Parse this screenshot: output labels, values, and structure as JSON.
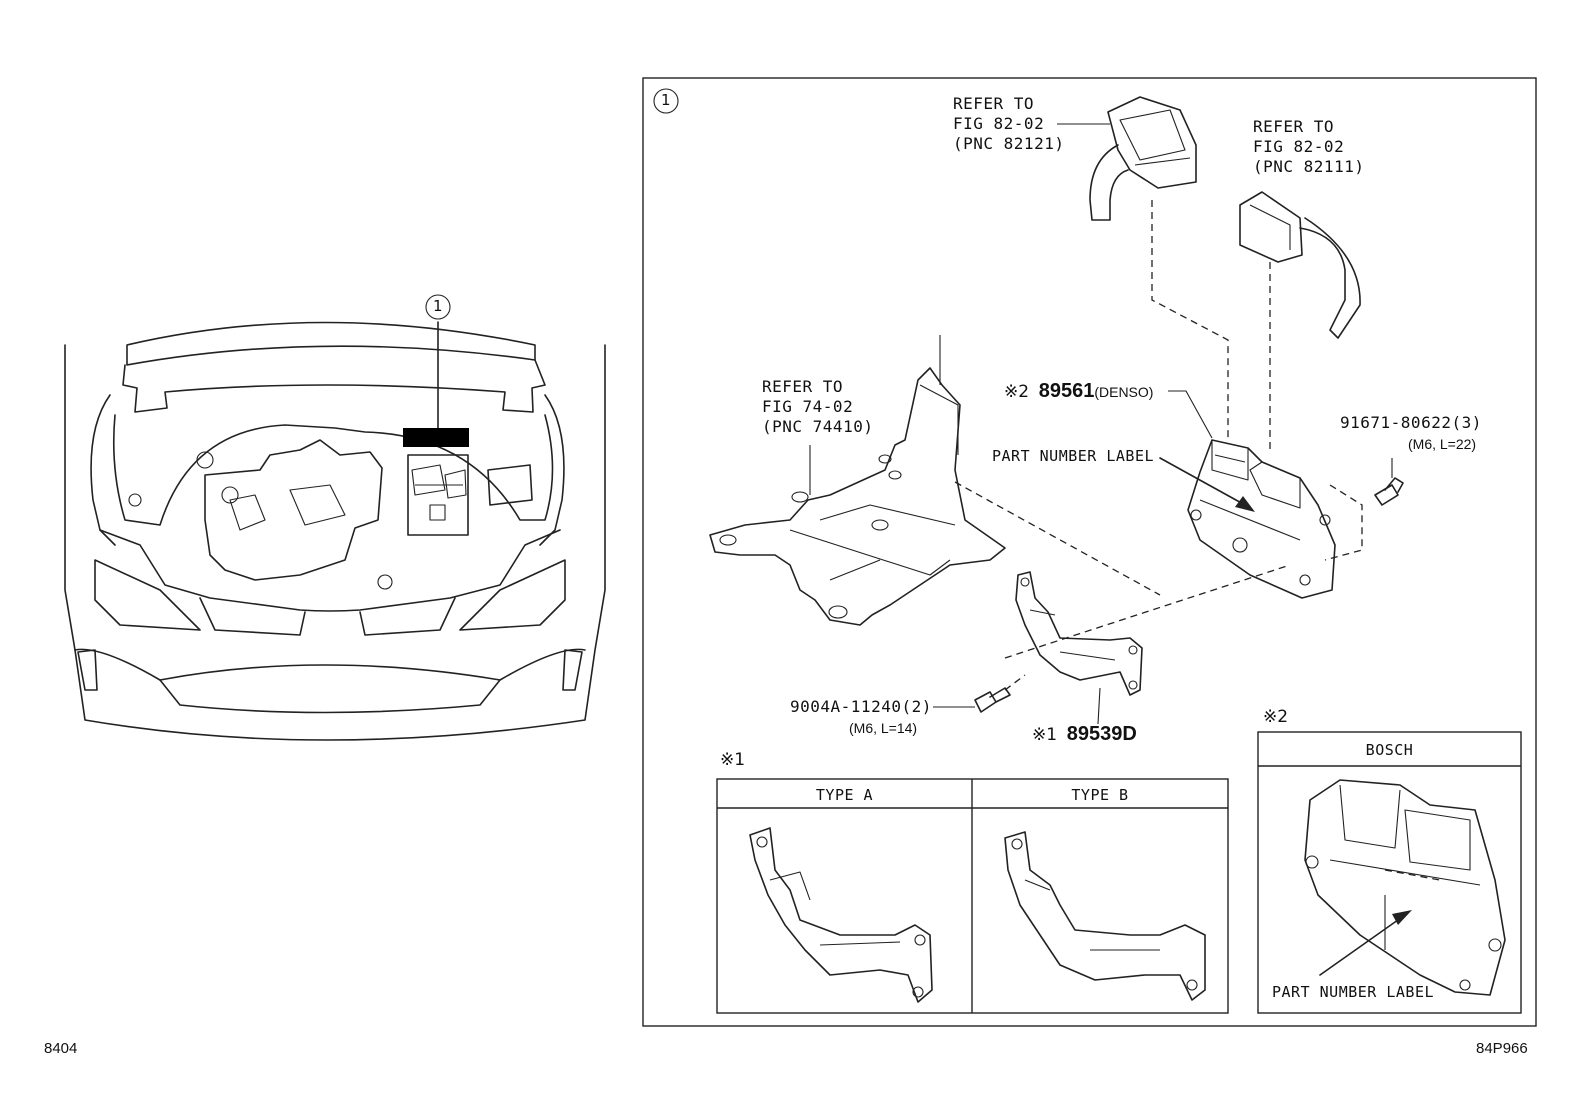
{
  "callout_number": "1",
  "refer_left": {
    "line1": "REFER TO",
    "line2": "FIG 74-02",
    "line3": "(PNC 74410)"
  },
  "refer_top_left": {
    "line1": "REFER TO",
    "line2": "FIG 82-02",
    "line3": "(PNC 82121)"
  },
  "refer_top_right": {
    "line1": "REFER TO",
    "line2": "FIG 82-02",
    "line3": "(PNC 82111)"
  },
  "part_ecu": {
    "note": "※2",
    "number": "89561",
    "maker": "(DENSO)"
  },
  "part_number_label": "PART NUMBER LABEL",
  "bolt_right": {
    "number": "91671-80622(3)",
    "spec": "(M6, L=22)"
  },
  "bolt_left": {
    "number": "9004A-11240(2)",
    "spec": "(M6, L=14)"
  },
  "part_bracket": {
    "note": "※1",
    "number": "89539D"
  },
  "table1": {
    "note": "※1",
    "col_a": "TYPE A",
    "col_b": "TYPE B"
  },
  "table2": {
    "note": "※2",
    "header": "BOSCH",
    "label": "PART NUMBER LABEL"
  },
  "footer_left": "8404",
  "footer_right": "84P966",
  "colors": {
    "line": "#222222",
    "background": "#ffffff",
    "redaction": "#000000"
  }
}
